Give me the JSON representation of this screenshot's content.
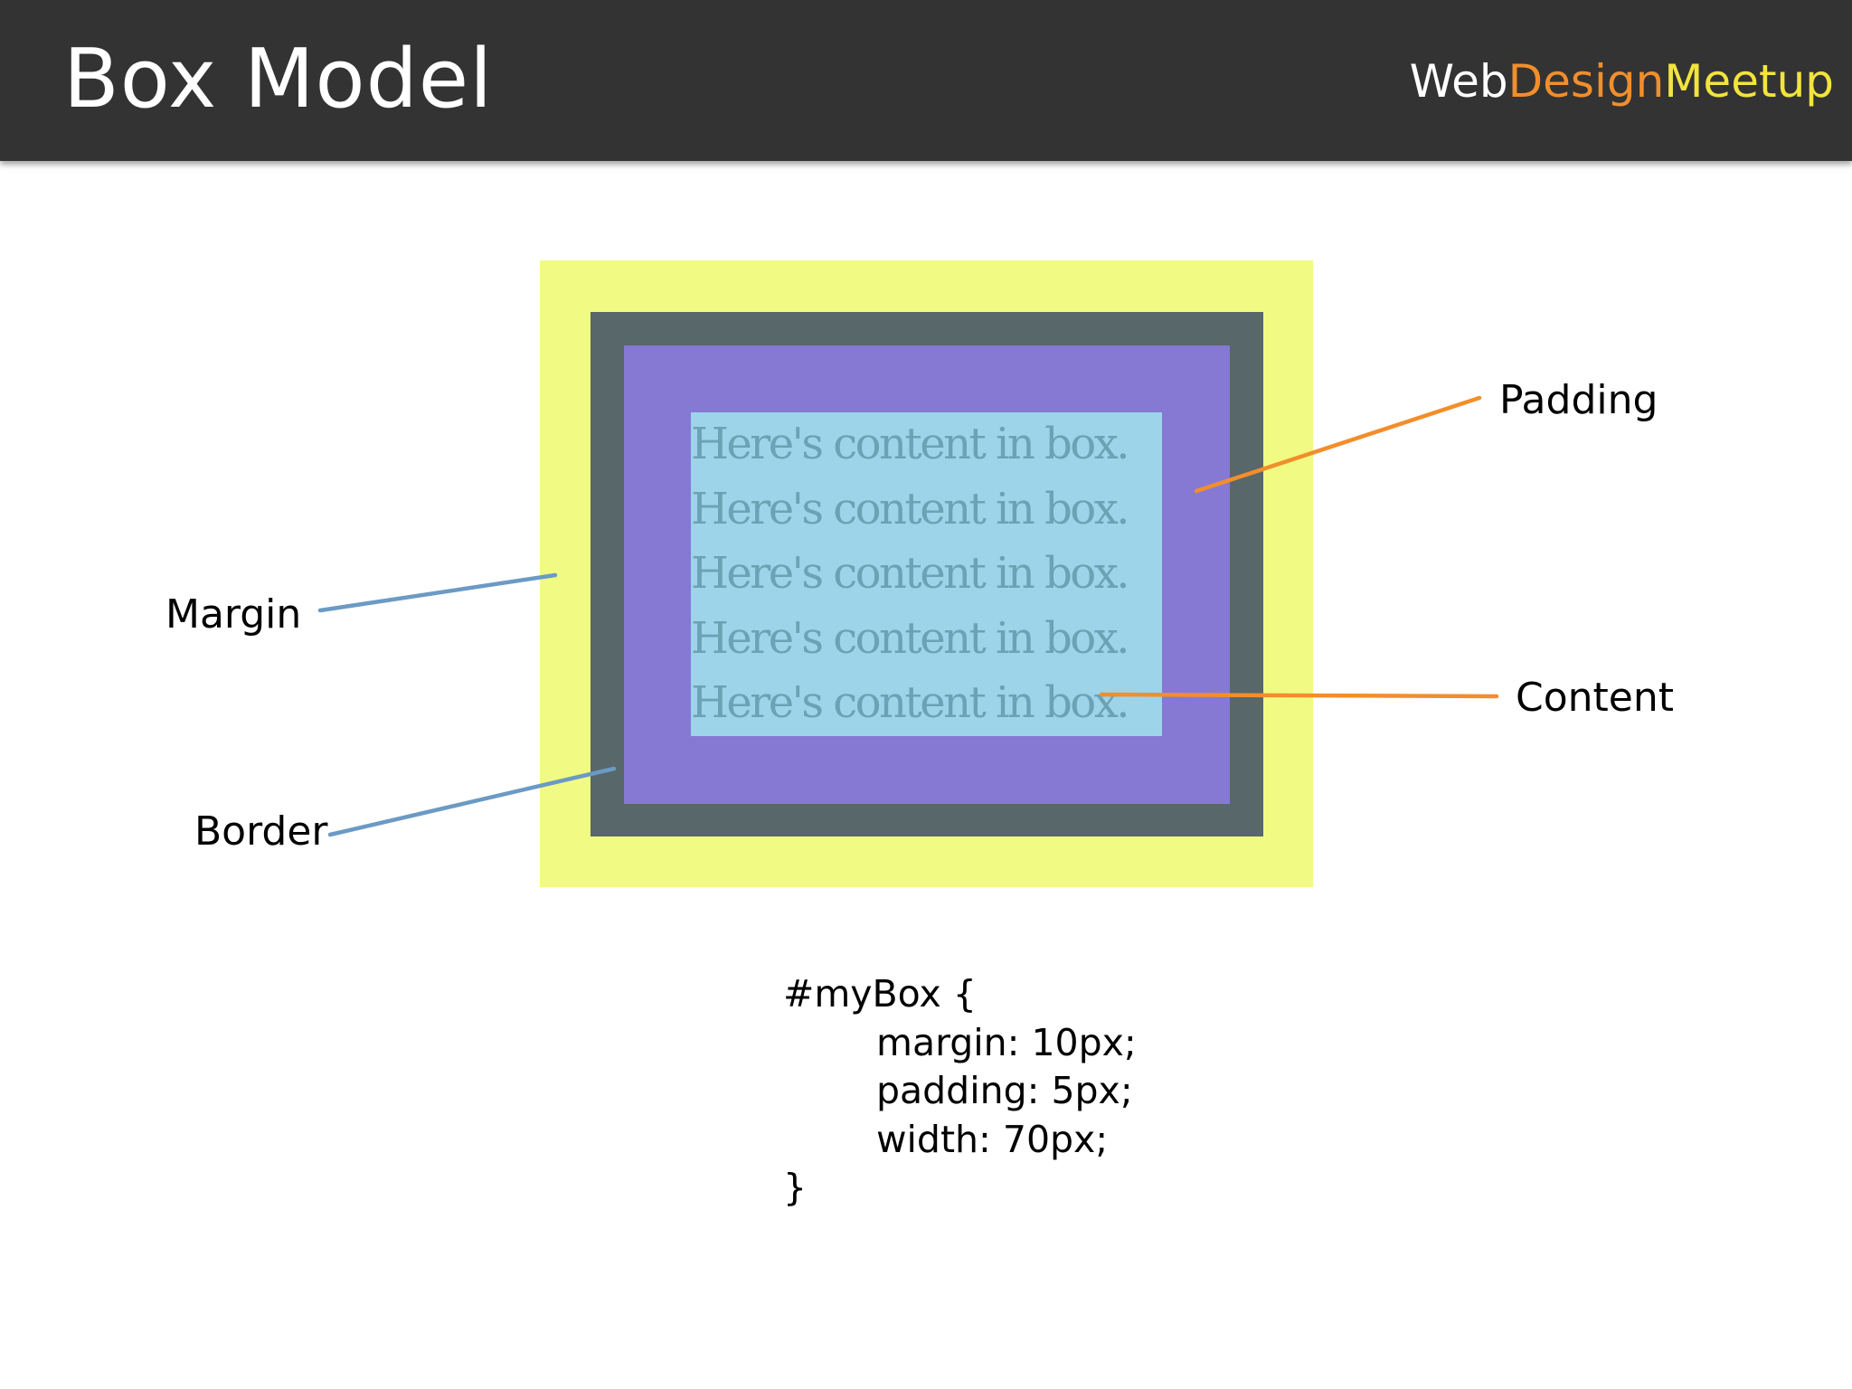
{
  "header": {
    "title": "Box Model",
    "brand": {
      "part1": "Web",
      "part2": "Design",
      "part3": "Meetup"
    }
  },
  "diagram": {
    "content_lines": [
      "Here's content in box.",
      "Here's content in box.",
      "Here's content in box.",
      "Here's content in box.",
      "Here's content in box."
    ],
    "labels": {
      "padding": "Padding",
      "margin": "Margin",
      "content": "Content",
      "border": "Border"
    }
  },
  "code": {
    "lines": [
      "#myBox {",
      "margin: 10px;",
      "padding: 5px;",
      "width: 70px;",
      "}"
    ]
  },
  "colors": {
    "header_bg": "#333333",
    "brand_web": "#ffffff",
    "brand_design": "#f28e2b",
    "brand_meetup": "#f3e43c",
    "margin": "#f1fb83",
    "border": "#57676a",
    "padding": "#8579d4",
    "content": "#9dd4ea",
    "blue_pointer": "#6b9ac4",
    "orange_pointer": "#f28e2b"
  }
}
